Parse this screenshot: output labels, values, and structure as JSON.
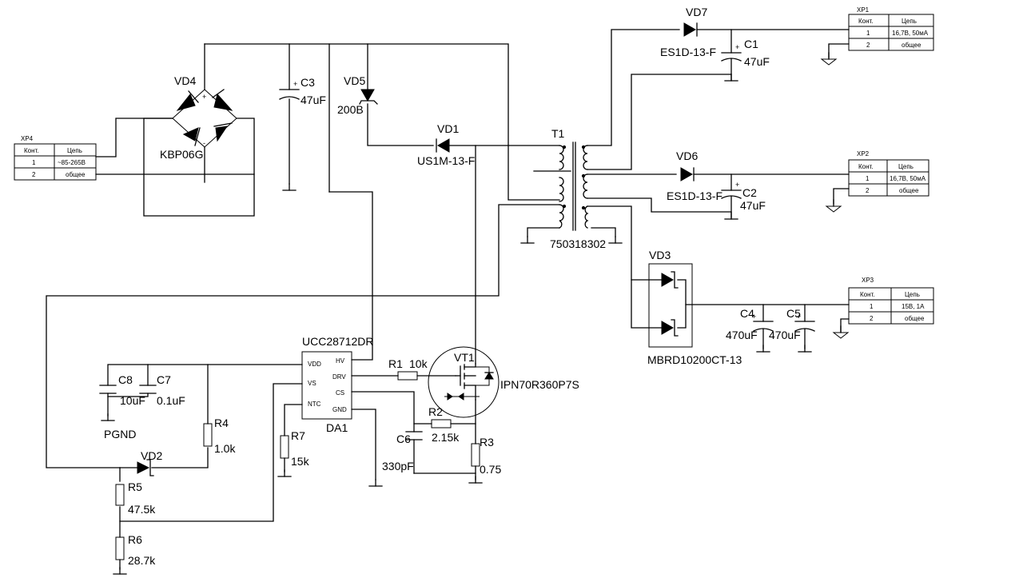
{
  "connectors": {
    "xp4": {
      "name": "XP4",
      "header": [
        "Конт.",
        "Цепь"
      ],
      "rows": [
        [
          "1",
          "~85-265В"
        ],
        [
          "2",
          "общее"
        ]
      ]
    },
    "xp1": {
      "name": "XP1",
      "header": [
        "Конт.",
        "Цепь"
      ],
      "rows": [
        [
          "1",
          "16,7В, 50мА"
        ],
        [
          "2",
          "общее"
        ]
      ]
    },
    "xp2": {
      "name": "XP2",
      "header": [
        "Конт.",
        "Цепь"
      ],
      "rows": [
        [
          "1",
          "16,7В, 50мА"
        ],
        [
          "2",
          "общее"
        ]
      ]
    },
    "xp3": {
      "name": "XP3",
      "header": [
        "Конт.",
        "Цепь"
      ],
      "rows": [
        [
          "1",
          "15В, 1А"
        ],
        [
          "2",
          "общее"
        ]
      ]
    }
  },
  "components": {
    "vd4": {
      "ref": "VD4",
      "value": "KBP06G",
      "plus": "+",
      "minus": "-"
    },
    "c3": {
      "ref": "C3",
      "value": "47uF"
    },
    "vd5": {
      "ref": "VD5",
      "value": "200В"
    },
    "vd1": {
      "ref": "VD1",
      "value": "US1M-13-F"
    },
    "t1": {
      "ref": "T1",
      "value": "750318302"
    },
    "vd7": {
      "ref": "VD7",
      "value": "ES1D-13-F"
    },
    "c1": {
      "ref": "C1",
      "value": "47uF"
    },
    "vd6": {
      "ref": "VD6",
      "value": "ES1D-13-F"
    },
    "c2": {
      "ref": "C2",
      "value": "47uF"
    },
    "vd3": {
      "ref": "VD3",
      "value": "MBRD10200CT-13"
    },
    "c4": {
      "ref": "C4",
      "value": "470uF"
    },
    "c5": {
      "ref": "C5",
      "value": "470uF"
    },
    "da1": {
      "ref": "DA1",
      "value": "UCC28712DR",
      "pins": {
        "hv": "HV",
        "drv": "DRV",
        "cs": "CS",
        "gnd": "GND",
        "vdd": "VDD",
        "vs": "VS",
        "ntc": "NTC"
      }
    },
    "vt1": {
      "ref": "VT1",
      "value": "IPN70R360P7S"
    },
    "r1": {
      "ref": "R1",
      "value": "10k"
    },
    "r2": {
      "ref": "R2",
      "value": "2.15k"
    },
    "r3": {
      "ref": "R3",
      "value": "0.75"
    },
    "c6": {
      "ref": "C6",
      "value": "330pF"
    },
    "r7": {
      "ref": "R7",
      "value": "15k"
    },
    "c8": {
      "ref": "C8",
      "value": "10uF"
    },
    "c7": {
      "ref": "C7",
      "value": "0.1uF"
    },
    "pgnd": {
      "label": "PGND"
    },
    "r4": {
      "ref": "R4",
      "value": "1.0k"
    },
    "vd2": {
      "ref": "VD2"
    },
    "r5": {
      "ref": "R5",
      "value": "47.5k"
    },
    "r6": {
      "ref": "R6",
      "value": "28.7k"
    }
  },
  "cap_plus": "+"
}
